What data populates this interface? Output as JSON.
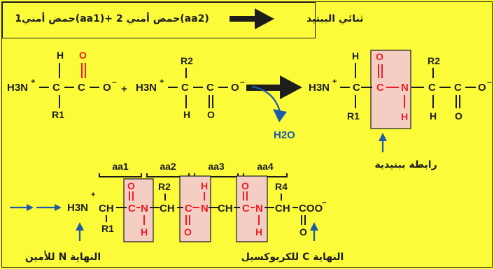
{
  "equation": {
    "dipeptide": "ثنائي الببتيد",
    "reactants": "(aa2)حمض أمني 2 +(aa1)حمض أمني1"
  },
  "labels": {
    "peptide_bond": "رابطة ببتيدية",
    "water": "H2O",
    "n_terminus": "النهاية N للأمين",
    "c_terminus": "النهاية C للكربوكسيل"
  },
  "chain_residues": [
    "aa1",
    "aa2",
    "aa3",
    "aa4"
  ],
  "molecule1": {
    "amine": "H3N",
    "charge": "+",
    "top": "H",
    "carbon": "C",
    "carbonyl_o": "O",
    "oxide": "O",
    "minus": "–",
    "side": "R1",
    "plus": "+"
  },
  "molecule2": {
    "amine": "H3N",
    "charge": "+",
    "side": "R2",
    "top_bond": "|",
    "carbon": "C",
    "carbonyl_o": "O",
    "oxide": "O",
    "minus": "–",
    "bottom": "H"
  },
  "dipeptide_struct": {
    "amine": "H3N",
    "charge": "+",
    "top": "H",
    "side1": "R1",
    "carbon": "C",
    "carbonyl_o": "O",
    "nitrogen": "N",
    "n_h": "H",
    "side2": "R2",
    "bottom": "H",
    "oxide": "O",
    "minus": "–"
  },
  "chain": {
    "amine": "H3N",
    "charge": "+",
    "ch": "CH",
    "side1": "R1",
    "side2": "R2",
    "side4": "R4",
    "c": "C",
    "n": "N",
    "o": "O",
    "h": "H",
    "coo": "COO",
    "minus": "–"
  },
  "colors": {
    "background": "#fbfb3a",
    "ink": "#1d1d1d",
    "red": "#ee1c25",
    "blue": "#1e5aa8",
    "box_fill": "#f5cec3"
  }
}
